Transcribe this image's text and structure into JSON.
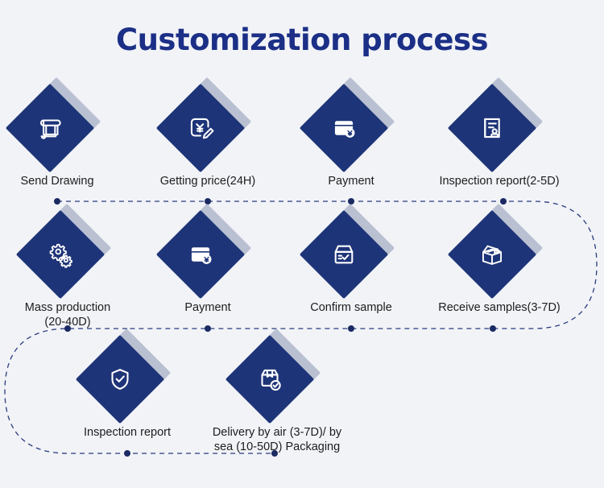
{
  "title": "Customization process",
  "colors": {
    "background": "#f1f3f7",
    "title": "#1b2f86",
    "diamond": "#1e3478",
    "diamond_shadow": "#b9c0d1",
    "connector": "#2a3a7c",
    "label": "#1d1d1d"
  },
  "rows": [
    {
      "steps": [
        {
          "label": "Send Drawing",
          "icon": "blueprint-drawing-icon"
        },
        {
          "label": "Getting price(24H)",
          "icon": "price-quote-yen-pencil-icon"
        },
        {
          "label": "Payment",
          "icon": "wallet-yen-icon"
        },
        {
          "label": "Inspection report(2-5D)",
          "icon": "certificate-stamp-icon"
        }
      ]
    },
    {
      "steps": [
        {
          "label": "Mass production\n(20-40D)",
          "icon": "gears-icon"
        },
        {
          "label": "Payment",
          "icon": "wallet-yen-icon"
        },
        {
          "label": "Confirm sample",
          "icon": "box-check-icon"
        },
        {
          "label": "Receive samples(3-7D)",
          "icon": "shipping-box-icon"
        }
      ]
    },
    {
      "steps": [
        {
          "label": "Inspection report",
          "icon": "shield-check-icon"
        },
        {
          "label": "Delivery by air (3-7D)/ by\nsea (10-50D) Packaging",
          "icon": "package-check-icon"
        }
      ]
    }
  ]
}
